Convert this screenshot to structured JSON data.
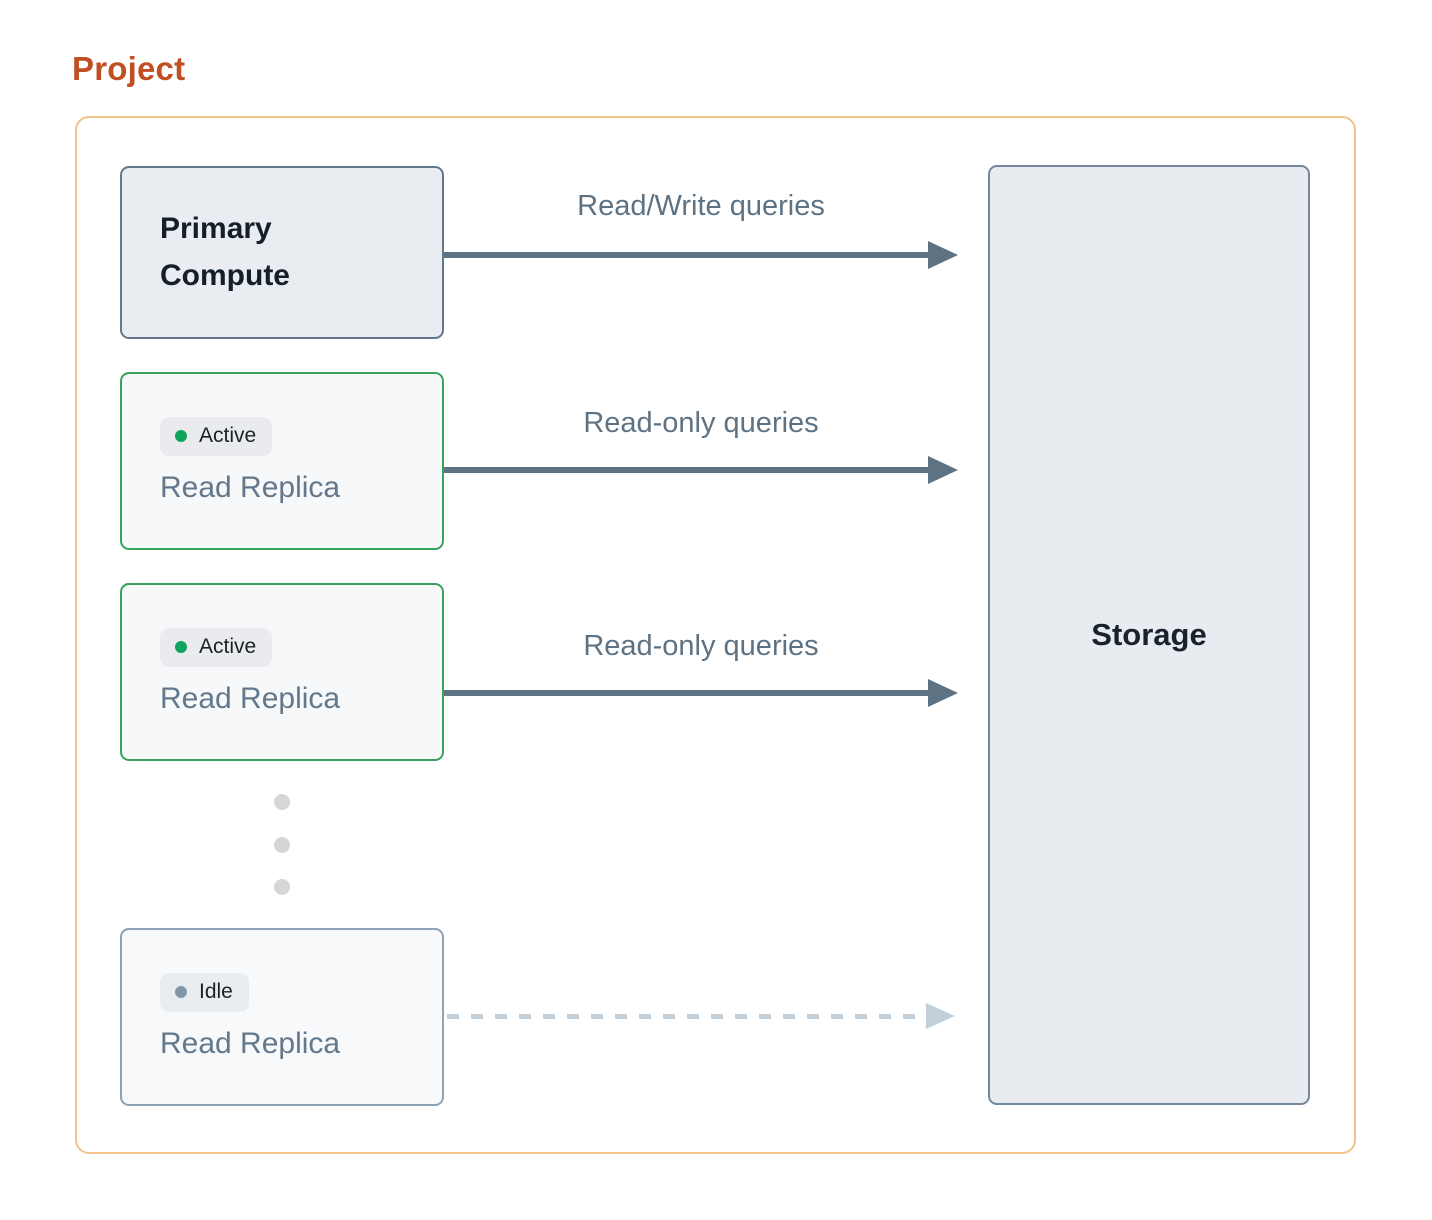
{
  "title": "Project",
  "diagram": {
    "primary": {
      "label": "Primary Compute"
    },
    "replicas": [
      {
        "status_label": "Active",
        "status": "active",
        "name": "Read Replica"
      },
      {
        "status_label": "Active",
        "status": "active",
        "name": "Read Replica"
      },
      {
        "status_label": "Idle",
        "status": "idle",
        "name": "Read Replica"
      }
    ],
    "storage": {
      "label": "Storage"
    },
    "edges": [
      {
        "label": "Read/Write queries",
        "style": "solid"
      },
      {
        "label": "Read-only queries",
        "style": "solid"
      },
      {
        "label": "Read-only queries",
        "style": "solid"
      },
      {
        "label": "",
        "style": "dashed"
      }
    ]
  },
  "colors": {
    "title_text": "#c14f24",
    "project_border": "#f4c28d",
    "compute_fill": "#e9edf2",
    "compute_border": "#64788c",
    "replica_fill": "#f6f8fa",
    "replica_active_border": "#38a35e",
    "replica_idle_border": "#8da2b5",
    "badge_fill": "#e9ebef",
    "active_dot": "#10a35e",
    "idle_dot": "#8296a9",
    "arrow_solid": "#5d7384",
    "arrow_dashed": "#c3cfd9",
    "slate_text": "#64788c",
    "dark_text": "#151f29",
    "ellipsis_dot": "#d6d6d6"
  }
}
